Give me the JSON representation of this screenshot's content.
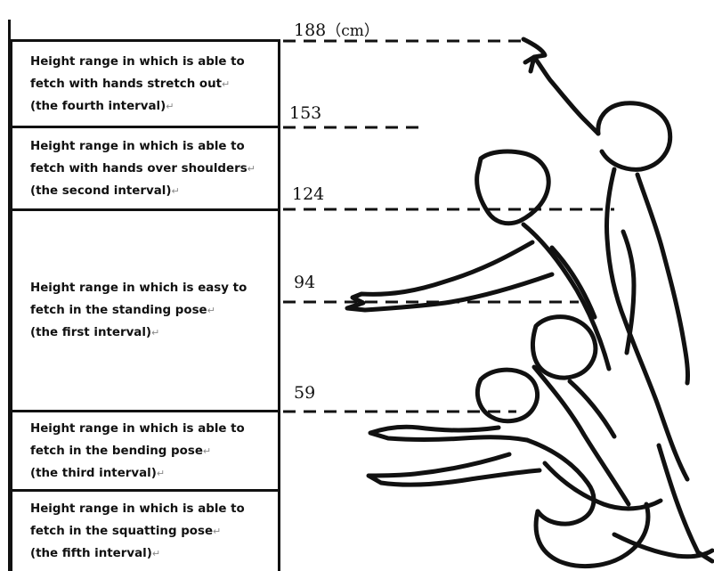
{
  "heights": {
    "h188": "188",
    "unit": "（cm）",
    "h153": "153",
    "h124": "124",
    "h94": "94",
    "h59": "59"
  },
  "intervals": {
    "fourth": {
      "line1": "Height range in which is able to",
      "line2": "fetch with hands stretch out",
      "line3": "(the fourth interval)"
    },
    "second": {
      "line1": "Height range in which is able to",
      "line2": "fetch with hands over shoulders",
      "line3": "(the second interval)"
    },
    "first": {
      "line1": "Height range in which is easy to",
      "line2": "fetch in the standing pose",
      "line3": "(the first interval)"
    },
    "third": {
      "line1": "Height range in which is able to",
      "line2": "fetch in the bending pose",
      "line3": "(the third interval)"
    },
    "fifth": {
      "line1": "Height range in which is able to",
      "line2": "fetch in the squatting pose",
      "line3": "(the fifth interval)"
    }
  },
  "paragraph_mark": "↵",
  "colors": {
    "line": "#111111",
    "mark": "#888888"
  }
}
